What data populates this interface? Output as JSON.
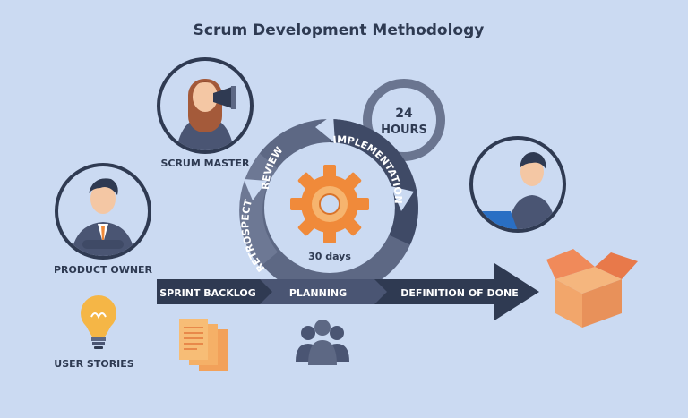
{
  "title": "Scrum Development Methodology",
  "roles": {
    "scrum_master": "SCRUM MASTER",
    "product_owner": "PRODUCT OWNER"
  },
  "cycle": {
    "review": "REVIEW",
    "implementation": "IMPLEMENTATION",
    "retrospect": "RETROSPECT",
    "duration": "30 days"
  },
  "daily": {
    "line1": "24",
    "line2": "HOURS"
  },
  "arrow": {
    "sprint_backlog": "SPRINT BACKLOG",
    "planning": "PLANNING",
    "definition_of_done": "DEFINITION OF DONE"
  },
  "user_stories": "USER STORIES",
  "colors": {
    "background": "#cbdaf2",
    "navy": "#2f3a52",
    "slate": "#5d6884",
    "orange": "#f08a3a",
    "box": "#f2a66b"
  }
}
